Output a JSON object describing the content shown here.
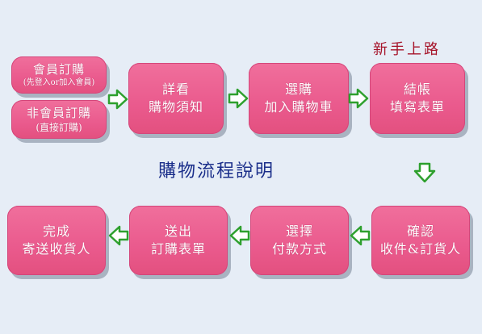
{
  "corner_title": "新手上路",
  "main_title": "購物流程說明",
  "colors": {
    "background": "#e6edf6",
    "box_fill": "#ea5a8d",
    "arrow_fill": "#ffffff",
    "arrow_stroke": "#2ea02e",
    "corner_title": "#a6142a",
    "main_title": "#1a2e8a"
  },
  "steps": {
    "member": {
      "line1": "會員訂購",
      "line2": "(先登入or加入會員)"
    },
    "guest": {
      "line1": "非會員訂購",
      "line2": "(直接訂購)"
    },
    "read": {
      "line1": "詳看",
      "line2": "購物須知"
    },
    "select": {
      "line1": "選購",
      "line2": "加入購物車"
    },
    "checkout": {
      "line1": "結帳",
      "line2": "填寫表單"
    },
    "confirm": {
      "line1": "確認",
      "line2": "收件&訂貨人"
    },
    "payment": {
      "line1": "選擇",
      "line2": "付款方式"
    },
    "submit": {
      "line1": "送出",
      "line2": "訂購表單"
    },
    "done": {
      "line1": "完成",
      "line2": "寄送收貨人"
    }
  }
}
